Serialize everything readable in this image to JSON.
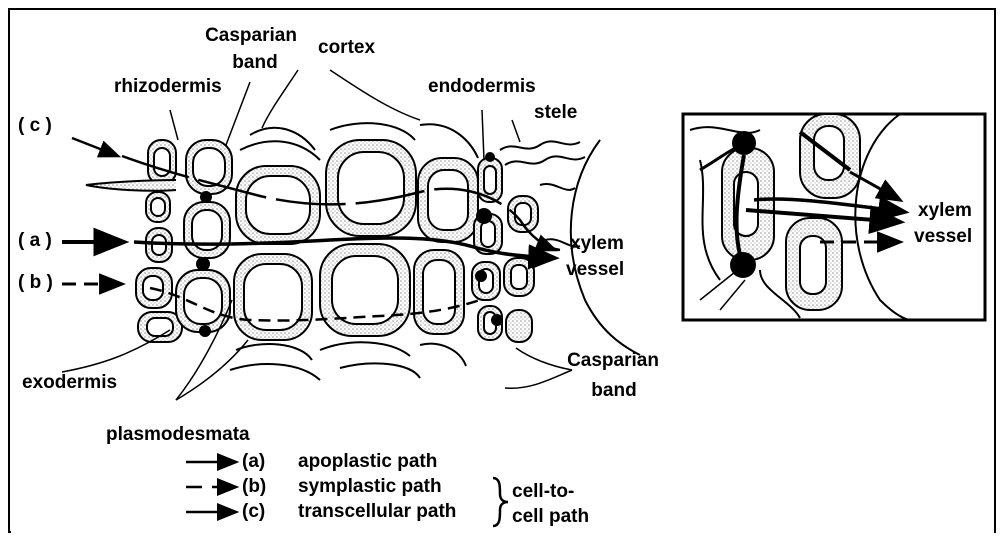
{
  "labels": {
    "casparian_top_1": "Casparian",
    "casparian_top_2": "band",
    "cortex": "cortex",
    "rhizodermis": "rhizodermis",
    "endodermis": "endodermis",
    "stele": "stele",
    "marker_c": "( c )",
    "marker_a": "( a )",
    "marker_b": "( b )",
    "xylem_1": "xylem",
    "vessel_1": "vessel",
    "exodermis": "exodermis",
    "plasmodesmata": "plasmodesmata",
    "casparian_bottom_1": "Casparian",
    "casparian_bottom_2": "band",
    "inset_xylem": "xylem",
    "inset_vessel": "vessel"
  },
  "legend": {
    "items": [
      {
        "marker": "(a)",
        "text": "apoplastic path",
        "line_style": "solid"
      },
      {
        "marker": "(b)",
        "text": "symplastic path",
        "line_style": "dashed"
      },
      {
        "marker": "(c)",
        "text": "transcellular path",
        "line_style": "solid"
      }
    ],
    "group_line_1": "cell-to-",
    "group_line_2": "cell path"
  },
  "colors": {
    "ink": "#000000",
    "stipple": "#9a9a9a",
    "background": "#ffffff"
  }
}
